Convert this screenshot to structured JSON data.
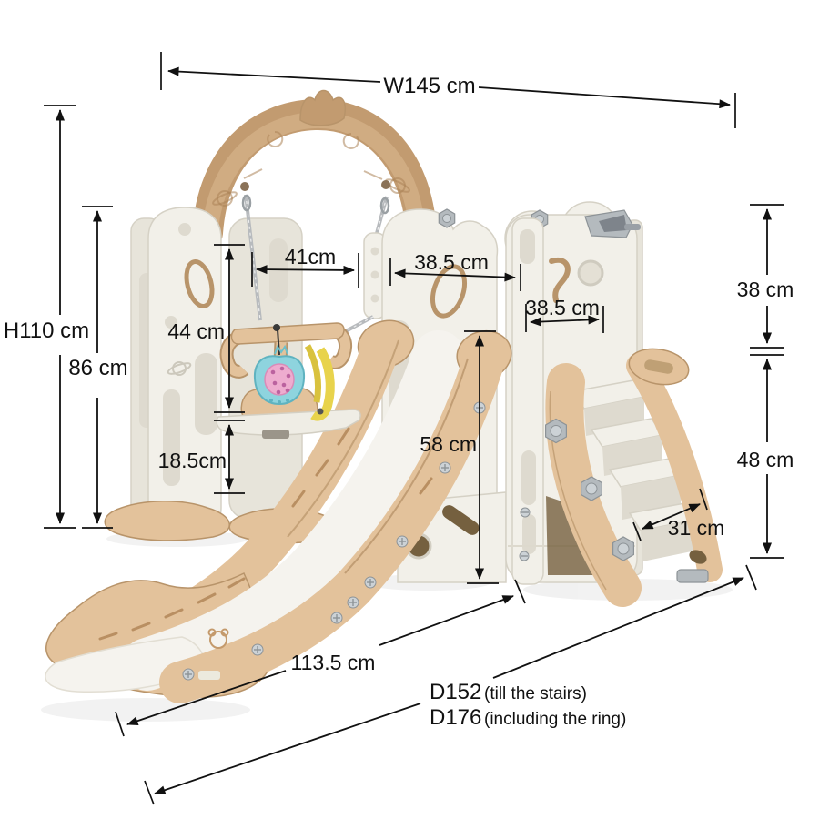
{
  "figure": {
    "description": "Dimension diagram of a kids 4-in-1 toddler playset with swing, slide, climbing stairs and basketball hoop, photographed on a white background with measurement arrows",
    "unit": "cm"
  },
  "dimensions": {
    "overall_width": {
      "label": "W145 cm",
      "value": 145
    },
    "overall_height": {
      "label": "H110 cm",
      "value": 110
    },
    "swing_frame_height": {
      "label": "86 cm",
      "value": 86
    },
    "swing_bay_width": {
      "label": "41cm",
      "value": 41
    },
    "slide_panel_width": {
      "label": "38.5 cm",
      "value": 38.5
    },
    "tower_panel_width": {
      "label": "38.5 cm",
      "value": 38.5
    },
    "bar_to_seat": {
      "label": "44 cm",
      "value": 44
    },
    "seat_to_ground": {
      "label": "18.5cm",
      "value": 18.5
    },
    "slide_platform_height": {
      "label": "58 cm",
      "value": 58
    },
    "tower_upper_height": {
      "label": "38 cm",
      "value": 38
    },
    "tower_lower_height": {
      "label": "48 cm",
      "value": 48
    },
    "step_width": {
      "label": "31 cm",
      "value": 31
    },
    "slide_length": {
      "label": "113.5 cm",
      "value": 113.5
    },
    "depth_to_stairs": {
      "label": "D152",
      "note": "(till the stairs)",
      "value": 152
    },
    "depth_including_ring": {
      "label": "D176",
      "note": "(including the ring)",
      "value": 176
    }
  },
  "colors": {
    "line": "#111111",
    "arch_tan": "#c29b70",
    "arch_tan_light": "#d3b087",
    "plastic_tan": "#e3c29b",
    "tan_outline": "#b8946a",
    "plastic_white": "#f2f0e9",
    "plastic_shadow": "#dedacf",
    "panel_edge": "#d5d1c5",
    "rear_panel": "#e7e4da",
    "metal_gray": "#b4babe",
    "metal_edge": "#8d9397",
    "toy_teal": "#8ed4de",
    "toy_pink": "#eeaccf",
    "toy_pink_deep": "#bb629f",
    "strap_yellow": "#e8d34c",
    "dark_wood": "#75603f"
  }
}
